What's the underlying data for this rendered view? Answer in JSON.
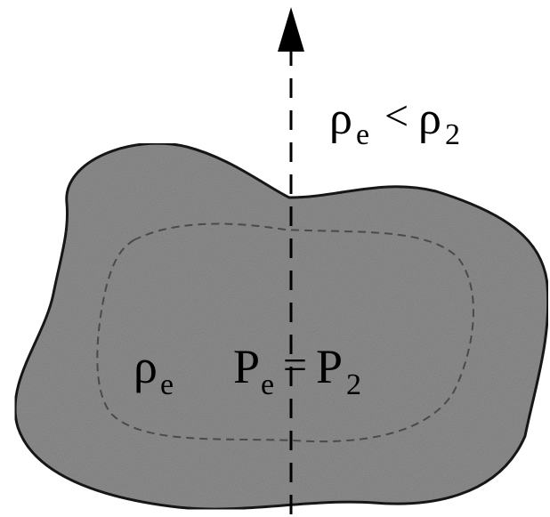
{
  "labels": {
    "top": {
      "sym_left": "ρ",
      "sub_left": "e",
      "relation": "<",
      "sym_right": "ρ",
      "sub_right": "2"
    },
    "inner_density": {
      "sym": "ρ",
      "sub": "e"
    },
    "inner_pressure": {
      "sym_left": "P",
      "sub_left": "e",
      "relation": "=",
      "sym_right": "P",
      "sub_right": "2"
    }
  },
  "colors": {
    "blob_fill": "#8e8e8e",
    "blob_stroke": "#1a1a1a",
    "inner_dash": "#4a4a4a",
    "axis": "#000000",
    "text": "#000000"
  },
  "icons": {
    "arrow": "up-arrow-icon"
  }
}
